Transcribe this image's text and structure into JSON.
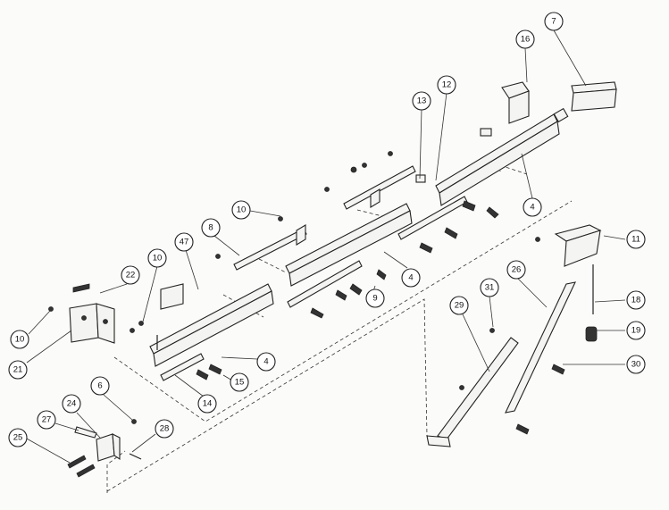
{
  "callouts": [
    {
      "id": "c7",
      "label": "7"
    },
    {
      "id": "c16",
      "label": "16"
    },
    {
      "id": "c12",
      "label": "12"
    },
    {
      "id": "c13",
      "label": "13"
    },
    {
      "id": "c4a",
      "label": "4"
    },
    {
      "id": "c10a",
      "label": "10"
    },
    {
      "id": "c8",
      "label": "8"
    },
    {
      "id": "c47",
      "label": "47"
    },
    {
      "id": "c10b",
      "label": "10"
    },
    {
      "id": "c22",
      "label": "22"
    },
    {
      "id": "c4b",
      "label": "4"
    },
    {
      "id": "c9",
      "label": "9"
    },
    {
      "id": "c11",
      "label": "11"
    },
    {
      "id": "c26",
      "label": "26"
    },
    {
      "id": "c31",
      "label": "31"
    },
    {
      "id": "c29",
      "label": "29"
    },
    {
      "id": "c18",
      "label": "18"
    },
    {
      "id": "c19",
      "label": "19"
    },
    {
      "id": "c30",
      "label": "30"
    },
    {
      "id": "c10c",
      "label": "10"
    },
    {
      "id": "c21",
      "label": "21"
    },
    {
      "id": "c4c",
      "label": "4"
    },
    {
      "id": "c15",
      "label": "15"
    },
    {
      "id": "c14",
      "label": "14"
    },
    {
      "id": "c6",
      "label": "6"
    },
    {
      "id": "c24",
      "label": "24"
    },
    {
      "id": "c27",
      "label": "27"
    },
    {
      "id": "c28",
      "label": "28"
    },
    {
      "id": "c25",
      "label": "25"
    }
  ]
}
